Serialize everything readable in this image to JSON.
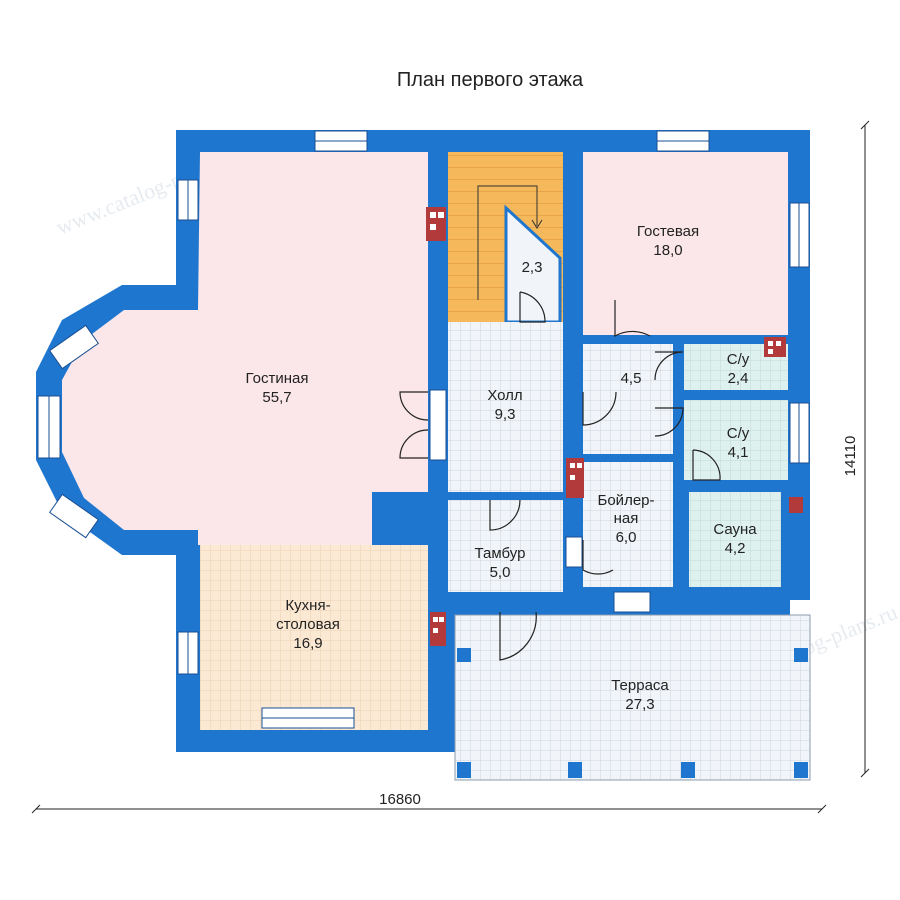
{
  "title": "План первого этажа",
  "dimensions": {
    "width": "16860",
    "height": "14110"
  },
  "watermark": "www.catalog-plans.ru",
  "colors": {
    "wall": "#1f76cf",
    "wall_dark": "#1a4f93",
    "pink": "#fbe6ea",
    "tile": "#f1f4f8",
    "kitchen": "#fbe9d4",
    "stairs": "#f5b85a",
    "wet": "#dff1ee",
    "brick": "#b23a3a",
    "window": "#ffffff"
  },
  "rooms": {
    "living": {
      "name": "Гостиная",
      "area": "55,7"
    },
    "guest": {
      "name": "Гостевая",
      "area": "18,0"
    },
    "storage": {
      "name": "",
      "area": "2,3"
    },
    "hall": {
      "name": "Холл",
      "area": "9,3"
    },
    "corridor": {
      "name": "",
      "area": "4,5"
    },
    "wc1": {
      "name": "С/у",
      "area": "2,4"
    },
    "wc2": {
      "name": "С/у",
      "area": "4,1"
    },
    "boiler": {
      "name_line1": "Бойлер-",
      "name_line2": "ная",
      "area": "6,0"
    },
    "sauna": {
      "name": "Сауна",
      "area": "4,2"
    },
    "vestibule": {
      "name": "Тамбур",
      "area": "5,0"
    },
    "kitchen": {
      "name_line1": "Кухня-",
      "name_line2": "столовая",
      "area": "16,9"
    },
    "terrace": {
      "name": "Терраса",
      "area": "27,3"
    }
  }
}
